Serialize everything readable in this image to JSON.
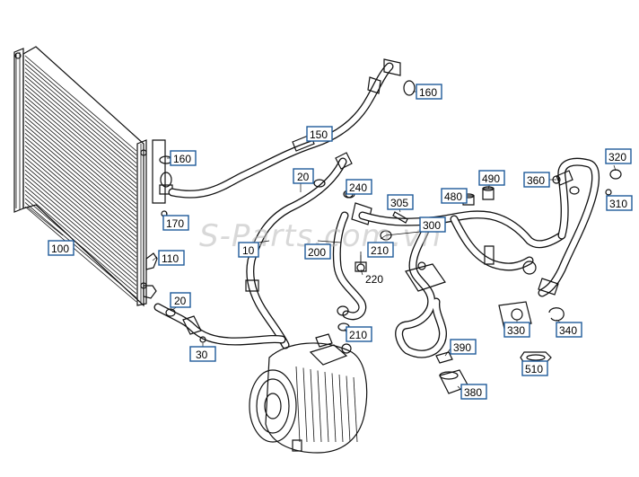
{
  "watermark": "S-Parts.com.vn",
  "callouts": [
    {
      "id": "c160a",
      "label": "160"
    },
    {
      "id": "c150",
      "label": "150"
    },
    {
      "id": "c160b",
      "label": "160"
    },
    {
      "id": "c20a",
      "label": "20"
    },
    {
      "id": "c240",
      "label": "240"
    },
    {
      "id": "c170",
      "label": "170"
    },
    {
      "id": "c305",
      "label": "305"
    },
    {
      "id": "c480",
      "label": "480"
    },
    {
      "id": "c490",
      "label": "490"
    },
    {
      "id": "c360",
      "label": "360"
    },
    {
      "id": "c320",
      "label": "320"
    },
    {
      "id": "c310",
      "label": "310"
    },
    {
      "id": "c300",
      "label": "300"
    },
    {
      "id": "c100",
      "label": "100"
    },
    {
      "id": "c10",
      "label": "10"
    },
    {
      "id": "c200",
      "label": "200"
    },
    {
      "id": "c210a",
      "label": "210"
    },
    {
      "id": "c110",
      "label": "110"
    },
    {
      "id": "c20b",
      "label": "20"
    },
    {
      "id": "c210b",
      "label": "210"
    },
    {
      "id": "c330",
      "label": "330"
    },
    {
      "id": "c340",
      "label": "340"
    },
    {
      "id": "c390",
      "label": "390"
    },
    {
      "id": "c30",
      "label": "30"
    },
    {
      "id": "c510",
      "label": "510"
    },
    {
      "id": "c380",
      "label": "380"
    }
  ],
  "plain_labels": [
    {
      "id": "p220",
      "label": "220"
    }
  ]
}
